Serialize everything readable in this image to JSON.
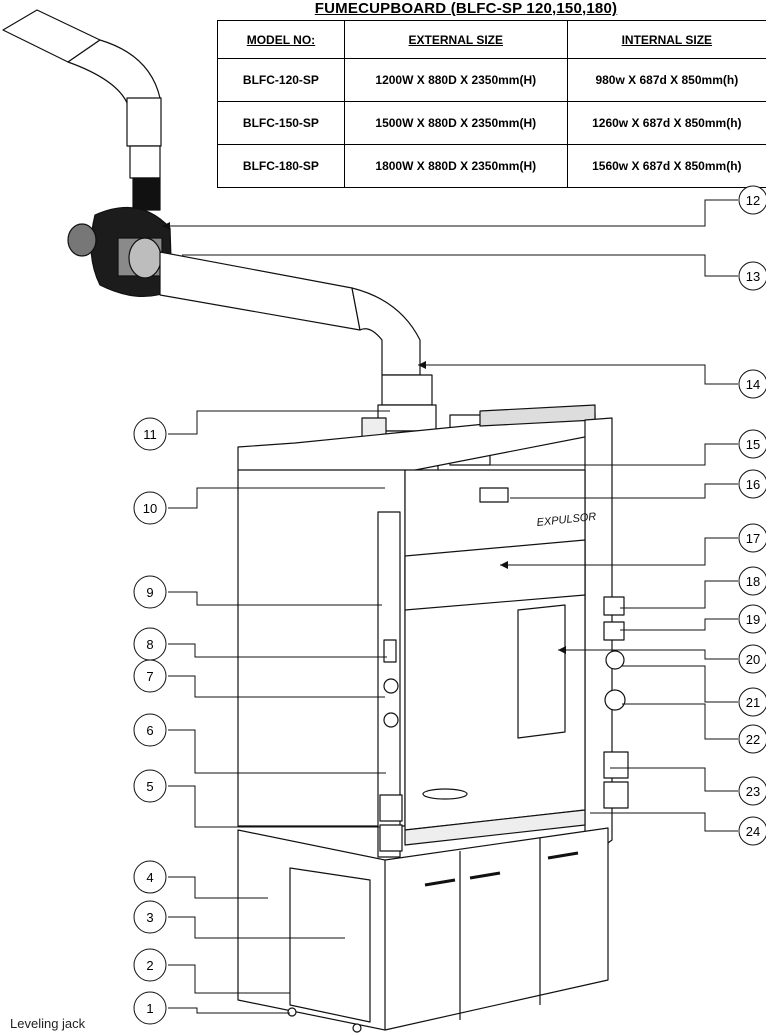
{
  "title": "FUMECUPBOARD (BLFC-SP 120,150,180)",
  "table": {
    "headers": [
      "MODEL NO:",
      "EXTERNAL SIZE",
      "INTERNAL SIZE"
    ],
    "rows": [
      [
        "BLFC-120-SP",
        "1200W X 880D X 2350mm(H)",
        "980w X 687d X 850mm(h)"
      ],
      [
        "BLFC-150-SP",
        "1500W X 880D X 2350mm(H)",
        "1260w X 687d X 850mm(h)"
      ],
      [
        "BLFC-180-SP",
        "1800W X 880D X 2350mm(H)",
        "1560w X 687d X 850mm(h)"
      ]
    ]
  },
  "brand_mark": "EXPULSOR",
  "callouts": [
    "1",
    "2",
    "3",
    "4",
    "5",
    "6",
    "7",
    "8",
    "9",
    "10",
    "11",
    "12",
    "13",
    "14",
    "15",
    "16",
    "17",
    "18",
    "19",
    "20",
    "21",
    "22",
    "23",
    "24"
  ],
  "footer_label": "Leveling jack"
}
